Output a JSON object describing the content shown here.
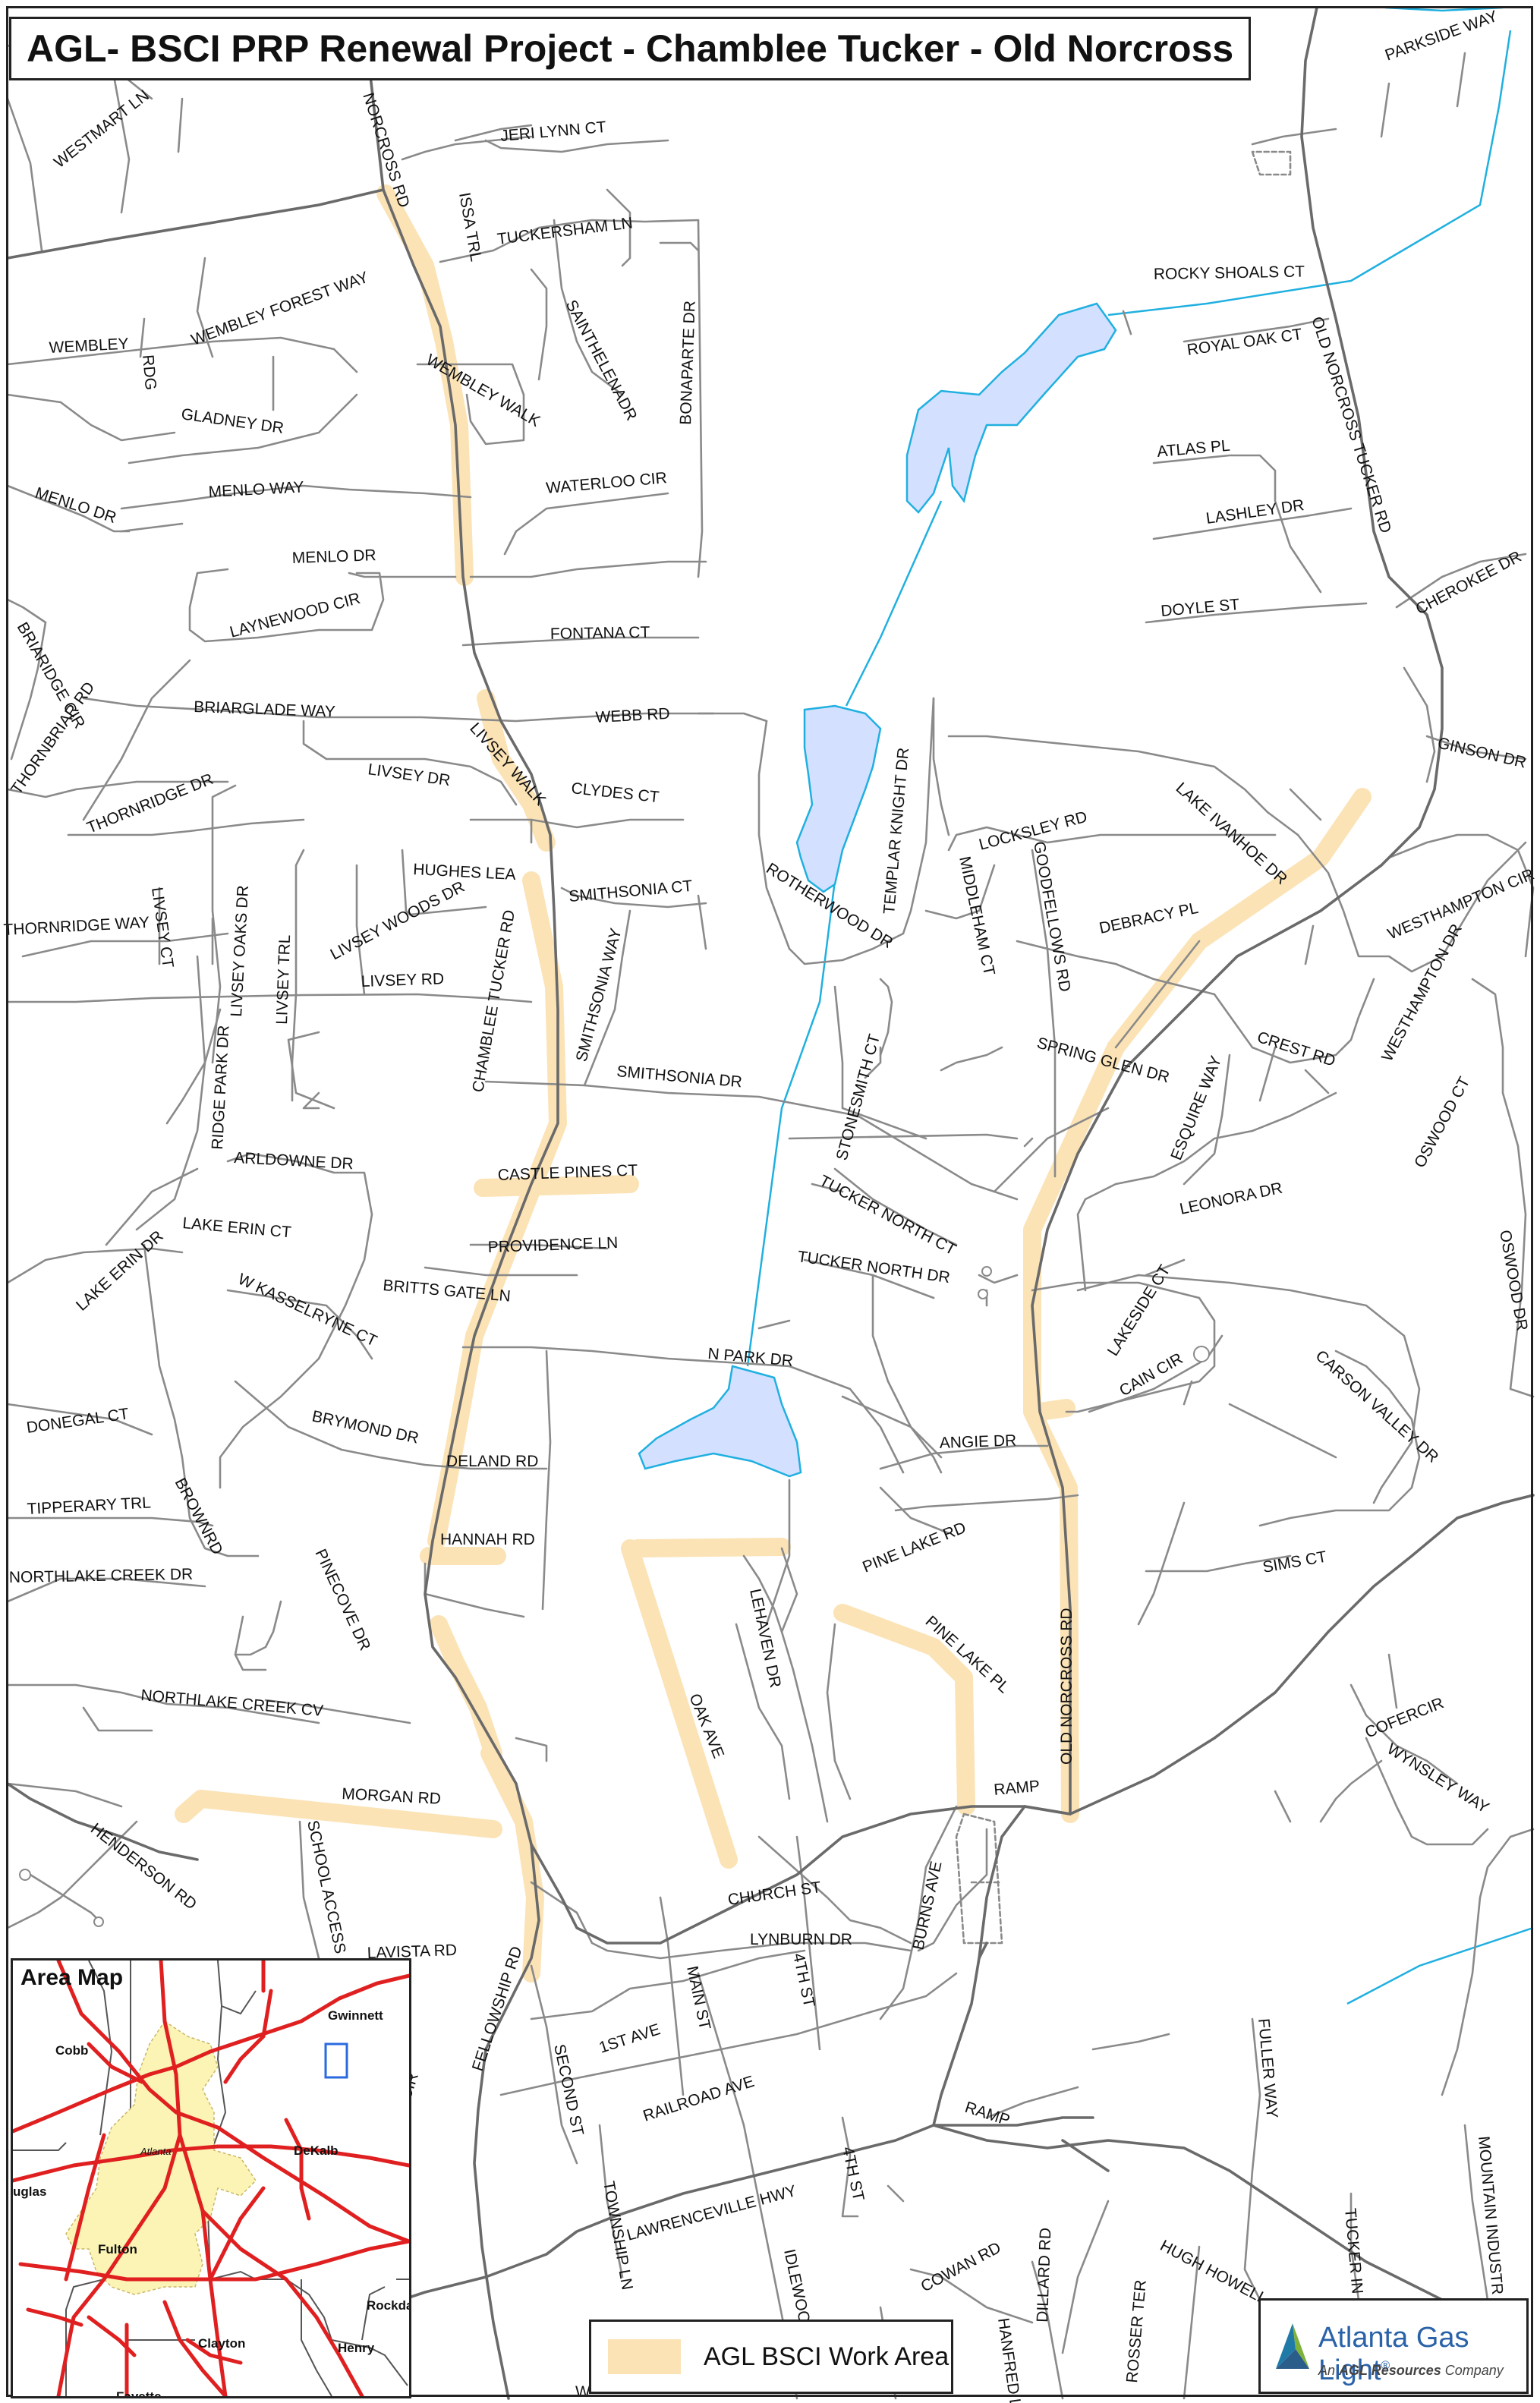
{
  "title": "AGL- BSCI PRP Renewal Project - Chamblee Tucker - Old Norcross",
  "colors": {
    "work_area": "#fbe3b6",
    "water": "#d4e0ff",
    "stream": "#20b0e0",
    "road": "#8a8a8a",
    "major_road": "#6a6a6a",
    "highway": "#e02020",
    "city": "#fbf4b4",
    "locator": "#2a6ae0"
  },
  "map": {
    "street_labels": [
      {
        "id": "parkside-way",
        "text": "PARKSIDE WAY"
      },
      {
        "id": "westmart-ln",
        "text": "WESTMART LN"
      },
      {
        "id": "norcross-rd",
        "text": "NORCROSS RD"
      },
      {
        "id": "jeri-lynn-ct",
        "text": "JERI LYNN CT"
      },
      {
        "id": "issa-trl",
        "text": "ISSA TRL"
      },
      {
        "id": "tuckersham-ln",
        "text": "TUCKERSHAM LN"
      },
      {
        "id": "rocky-shoals-ct",
        "text": "ROCKY SHOALS CT"
      },
      {
        "id": "wembley-forest-way",
        "text": "WEMBLEY FOREST WAY"
      },
      {
        "id": "saint-helena-dr",
        "text": "SAINTHELENADR"
      },
      {
        "id": "bonaparte-dr",
        "text": "BONAPARTE DR"
      },
      {
        "id": "royal-oak-ct",
        "text": "ROYAL OAK CT"
      },
      {
        "id": "old-norcross-tucker-rd",
        "text": "OLD NORCROSS TUCKER RD"
      },
      {
        "id": "wembley",
        "text": "WEMBLEY"
      },
      {
        "id": "rdg",
        "text": "RDG"
      },
      {
        "id": "wembley-walk",
        "text": "WEMBLEY WALK"
      },
      {
        "id": "gladney-dr",
        "text": "GLADNEY DR"
      },
      {
        "id": "atlas-pl",
        "text": "ATLAS PL"
      },
      {
        "id": "menlo-dr-1",
        "text": "MENLO DR"
      },
      {
        "id": "menlo-way",
        "text": "MENLO WAY"
      },
      {
        "id": "waterloo-cir",
        "text": "WATERLOO CIR"
      },
      {
        "id": "lashley-dr",
        "text": "LASHLEY DR"
      },
      {
        "id": "menlo-dr-2",
        "text": "MENLO DR"
      },
      {
        "id": "cherokee-dr",
        "text": "CHEROKEE DR"
      },
      {
        "id": "laynewood-cir",
        "text": "LAYNEWOOD CIR"
      },
      {
        "id": "doyle-st",
        "text": "DOYLE ST"
      },
      {
        "id": "briaridge-cir",
        "text": "BRIARIDGE CIR"
      },
      {
        "id": "fontana-ct",
        "text": "FONTANA CT"
      },
      {
        "id": "thornbriar-rd",
        "text": "THORNBRIAR RD"
      },
      {
        "id": "briarglade-way",
        "text": "BRIARGLADE WAY"
      },
      {
        "id": "webb-rd",
        "text": "WEBB RD"
      },
      {
        "id": "ginson-dr",
        "text": "GINSON DR"
      },
      {
        "id": "livsey-walk",
        "text": "LIVSEY WALK"
      },
      {
        "id": "templar-knight-dr",
        "text": "TEMPLAR KNIGHT DR"
      },
      {
        "id": "thornridge-dr",
        "text": "THORNRIDGE DR"
      },
      {
        "id": "livsey-dr",
        "text": "LIVSEY DR"
      },
      {
        "id": "clydes-ct",
        "text": "CLYDES CT"
      },
      {
        "id": "lake-ivanhoe-dr",
        "text": "LAKE IVANHOE DR"
      },
      {
        "id": "locksley-rd",
        "text": "LOCKSLEY RD"
      },
      {
        "id": "westhampton-cir",
        "text": "WESTHAMPTON CIR"
      },
      {
        "id": "hughes-lea",
        "text": "HUGHES LEA"
      },
      {
        "id": "smithsonia-ct",
        "text": "SMITHSONIA CT"
      },
      {
        "id": "goodfellows-rd",
        "text": "GOODFELLOWS RD"
      },
      {
        "id": "middleham-ct",
        "text": "MIDDLEHAM CT"
      },
      {
        "id": "debracy-pl",
        "text": "DEBRACY PL"
      },
      {
        "id": "livsey-oaks-dr",
        "text": "LIVSEY OAKS DR"
      },
      {
        "id": "livsey-woods-dr",
        "text": "LIVSEY WOODS DR"
      },
      {
        "id": "thornridge-way",
        "text": "THORNRIDGE WAY"
      },
      {
        "id": "livsey-ct",
        "text": "LIVSEY CT"
      },
      {
        "id": "livsey-trl",
        "text": "LIVSEY TRL"
      },
      {
        "id": "rotherwood-dr",
        "text": "ROTHERWOOD DR"
      },
      {
        "id": "westhampton-dr",
        "text": "WESTHAMPTON DR"
      },
      {
        "id": "livsey-rd",
        "text": "LIVSEY RD"
      },
      {
        "id": "smithsonia-way",
        "text": "SMITHSONIA WAY"
      },
      {
        "id": "chamblee-tucker-rd",
        "text": "CHAMBLEE TUCKER RD"
      },
      {
        "id": "crest-rd",
        "text": "CREST RD"
      },
      {
        "id": "spring-glen-dr",
        "text": "SPRING GLEN DR"
      },
      {
        "id": "ridge-park-dr",
        "text": "RIDGE PARK DR"
      },
      {
        "id": "stonesmith-ct",
        "text": "STONESMITH CT"
      },
      {
        "id": "smithsonia-dr",
        "text": "SMITHSONIA DR"
      },
      {
        "id": "esquire-way",
        "text": "ESQUIRE WAY"
      },
      {
        "id": "oswood-ct",
        "text": "OSWOOD CT"
      },
      {
        "id": "arldowne-dr",
        "text": "ARLDOWNE DR"
      },
      {
        "id": "castle-pines-ct",
        "text": "CASTLE PINES CT"
      },
      {
        "id": "tucker-north-ct",
        "text": "TUCKER NORTH CT"
      },
      {
        "id": "leonora-dr",
        "text": "LEONORA DR"
      },
      {
        "id": "lake-erin-ct",
        "text": "LAKE ERIN CT"
      },
      {
        "id": "providence-ln",
        "text": "PROVIDENCE LN"
      },
      {
        "id": "oswood-dr",
        "text": "OSWOOD DR"
      },
      {
        "id": "lake-erin-dr",
        "text": "LAKE ERIN DR"
      },
      {
        "id": "tucker-north-dr",
        "text": "TUCKER NORTH DR"
      },
      {
        "id": "w-kasselryne-ct",
        "text": "W KASSELRYNE CT"
      },
      {
        "id": "britts-gate-ln",
        "text": "BRITTS GATE LN"
      },
      {
        "id": "lakeside-ct",
        "text": "LAKESIDE CT"
      },
      {
        "id": "n-park-dr",
        "text": "N PARK DR"
      },
      {
        "id": "carson-valley-dr",
        "text": "CARSON VALLEY DR"
      },
      {
        "id": "cain-cir",
        "text": "CAIN CIR"
      },
      {
        "id": "donegal-ct",
        "text": "DONEGAL CT"
      },
      {
        "id": "brymond-dr",
        "text": "BRYMOND DR"
      },
      {
        "id": "angie-dr",
        "text": "ANGIE DR"
      },
      {
        "id": "deland-rd",
        "text": "DELAND RD"
      },
      {
        "id": "tipperary-trl",
        "text": "TIPPERARY TRL"
      },
      {
        "id": "brown-rd",
        "text": "BROWNRD"
      },
      {
        "id": "pine-lake-rd-1",
        "text": "PINE LAKE RD"
      },
      {
        "id": "hannah-rd",
        "text": "HANNAH RD"
      },
      {
        "id": "sims-ct",
        "text": "SIMS CT"
      },
      {
        "id": "northlake-creek-dr",
        "text": "NORTHLAKE CREEK DR"
      },
      {
        "id": "pinecove-dr",
        "text": "PINECOVE DR"
      },
      {
        "id": "lehaven-dr",
        "text": "LEHAVEN DR"
      },
      {
        "id": "pine-lake-pl",
        "text": "PINE LAKE PL"
      },
      {
        "id": "old-norcross-rd",
        "text": "OLD NORCROSS RD"
      },
      {
        "id": "northlake-creek-cv",
        "text": "NORTHLAKE CREEK CV"
      },
      {
        "id": "oak-ave",
        "text": "OAK AVE"
      },
      {
        "id": "cofer-cir",
        "text": "COFERCIR"
      },
      {
        "id": "wynsley-way",
        "text": "WYNSLEY WAY"
      },
      {
        "id": "ramp-1",
        "text": "RAMP"
      },
      {
        "id": "morgan-rd",
        "text": "MORGAN RD"
      },
      {
        "id": "henderson-rd",
        "text": "HENDERSON RD"
      },
      {
        "id": "school-access",
        "text": "SCHOOL ACCESS"
      },
      {
        "id": "church-st",
        "text": "CHURCH ST"
      },
      {
        "id": "burns-ave",
        "text": "BURNS AVE"
      },
      {
        "id": "lavista-rd",
        "text": "LAVISTA RD"
      },
      {
        "id": "lynburn-dr",
        "text": "LYNBURN DR"
      },
      {
        "id": "fellowship-rd",
        "text": "FELLOWSHIP RD"
      },
      {
        "id": "4th-st-1",
        "text": "4TH ST"
      },
      {
        "id": "main-st",
        "text": "MAIN ST"
      },
      {
        "id": "1st-ave",
        "text": "1ST AVE"
      },
      {
        "id": "second-st",
        "text": "SECOND ST"
      },
      {
        "id": "cir",
        "text": "CIR"
      },
      {
        "id": "fuller-way",
        "text": "FULLER WAY"
      },
      {
        "id": "railroad-ave",
        "text": "RAILROAD AVE"
      },
      {
        "id": "ramp-2",
        "text": "RAMP"
      },
      {
        "id": "mountain-industr",
        "text": "MOUNTAIN INDUSTR"
      },
      {
        "id": "4th-st-2",
        "text": "4TH ST"
      },
      {
        "id": "township-ln",
        "text": "TOWNSHIP LN"
      },
      {
        "id": "lawrenceville-hwy",
        "text": "LAWRENCEVILLE HWY"
      },
      {
        "id": "tucker-in",
        "text": "TUCKER IN"
      },
      {
        "id": "idlewoo",
        "text": "IDLEWOO"
      },
      {
        "id": "cowan-rd",
        "text": "COWAN RD"
      },
      {
        "id": "hanfred-ln",
        "text": "HANFRED LN"
      },
      {
        "id": "dillard-rd",
        "text": "DILLARD RD"
      },
      {
        "id": "rosser-ter",
        "text": "ROSSER TER"
      },
      {
        "id": "hugh-howell",
        "text": "HUGH HOWELL"
      },
      {
        "id": "w-bottom",
        "text": "W"
      }
    ]
  },
  "area_map": {
    "title": "Area Map",
    "labels": [
      {
        "id": "gwinnett",
        "text": "Gwinnett"
      },
      {
        "id": "cobb",
        "text": "Cobb"
      },
      {
        "id": "atlanta",
        "text": "Atlanta"
      },
      {
        "id": "dekalb",
        "text": "DeKalb"
      },
      {
        "id": "douglas",
        "text": "uglas"
      },
      {
        "id": "fulton",
        "text": "Fulton"
      },
      {
        "id": "rockdale",
        "text": "Rockda"
      },
      {
        "id": "clayton",
        "text": "Clayton"
      },
      {
        "id": "henry",
        "text": "Henry"
      },
      {
        "id": "fayette",
        "text": "Fayette"
      }
    ]
  },
  "legend": {
    "label": "AGL BSCI Work Area"
  },
  "logo": {
    "name": "Atlanta Gas Light",
    "trademark": "®",
    "subtitle": "An AGL Resources Company",
    "subtitle_strong": "AGL Resources"
  }
}
